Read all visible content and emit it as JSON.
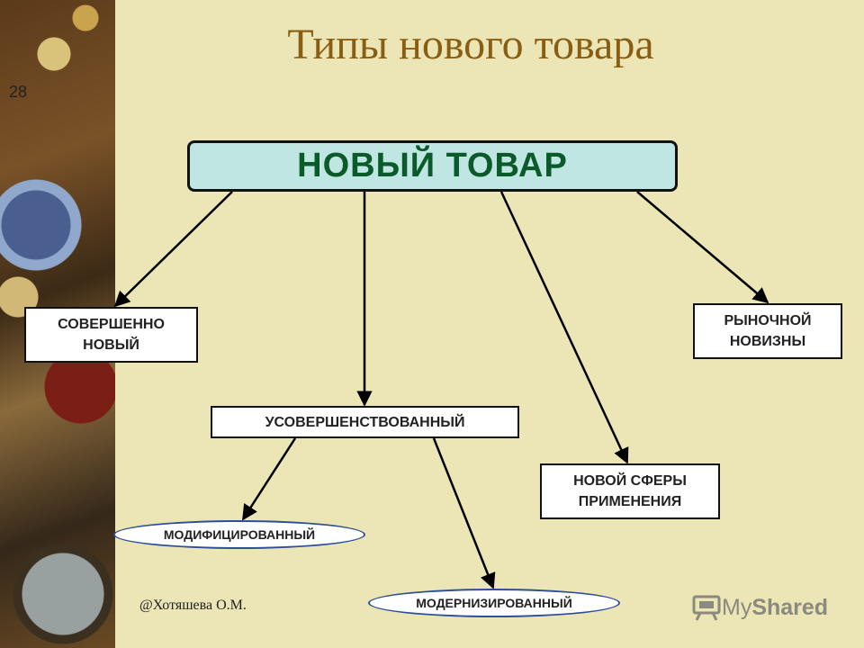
{
  "slide_number": "28",
  "title": "Типы нового товара",
  "root": "НОВЫЙ ТОВАР",
  "nodes": {
    "completely_new": [
      "СОВЕРШЕННО",
      "НОВЫЙ"
    ],
    "improved": "УСОВЕРШЕНСТВОВАННЫЙ",
    "new_application": [
      "НОВОЙ СФЕРЫ",
      "ПРИМЕНЕНИЯ"
    ],
    "market_novelty": [
      "РЫНОЧНОЙ",
      "НОВИЗНЫ"
    ],
    "modified": "МОДИФИЦИРОВАННЫЙ",
    "modernized": "МОДЕРНИЗИРОВАННЫЙ"
  },
  "author": "@Хотяшева О.М.",
  "watermark": {
    "brand_a": "My",
    "brand_b": "Shared",
    "icon": "projector-icon"
  },
  "colors": {
    "title": "#8a5e12",
    "root_fill": "#bfe6e2",
    "root_text": "#0a5a2a",
    "oval_border": "#2d4f99"
  }
}
